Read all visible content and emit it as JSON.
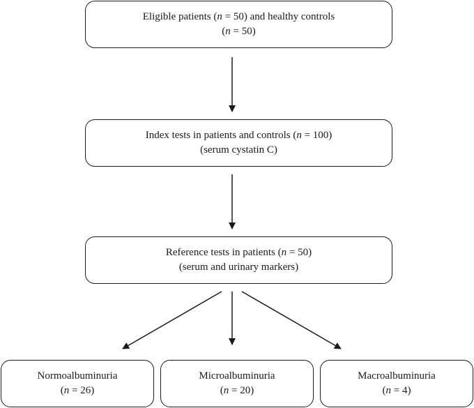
{
  "boxes": {
    "eligible": {
      "line1_pre": "Eligible patients (",
      "n_symbol": "n",
      "line1_post": " = 50) and healthy controls",
      "line2_pre": "(",
      "line2_n": "n",
      "line2_post": " = 50)"
    },
    "index": {
      "line1_pre": "Index tests in patients and controls (",
      "n_symbol": "n",
      "line1_post": " = 100)",
      "line2": "(serum cystatin C)"
    },
    "reference": {
      "line1_pre": "Reference tests in patients (",
      "n_symbol": "n",
      "line1_post": " = 50)",
      "line2": "(serum and urinary markers)"
    },
    "normo": {
      "label": "Normoalbuminuria",
      "pre": "(",
      "n_symbol": "n",
      "post": " = 26)"
    },
    "micro": {
      "label": "Microalbuminuria",
      "pre": "(",
      "n_symbol": "n",
      "post": " = 20)"
    },
    "macro": {
      "label": "Macroalbuminuria",
      "pre": "(",
      "n_symbol": "n",
      "post": " = 4)"
    }
  },
  "colors": {
    "stroke": "#1a1a1a",
    "background": "#ffffff"
  }
}
